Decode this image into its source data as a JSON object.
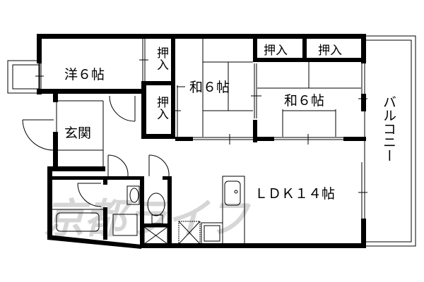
{
  "floor_plan": {
    "rooms": {
      "western_room": "洋６帖",
      "japanese_room_1": "和６帖",
      "japanese_room_2": "和６帖",
      "ldk": "ＬＤＫ１４帖",
      "entrance": "玄関",
      "balcony": "バルコニー"
    },
    "closets": {
      "closet_1": "押入",
      "closet_2": "押入",
      "closet_3": "押入",
      "closet_4": "押入"
    },
    "watermark": "京都ライフ",
    "colors": {
      "wall": "#000000",
      "background": "#ffffff",
      "watermark": "#d6d6d6"
    }
  }
}
